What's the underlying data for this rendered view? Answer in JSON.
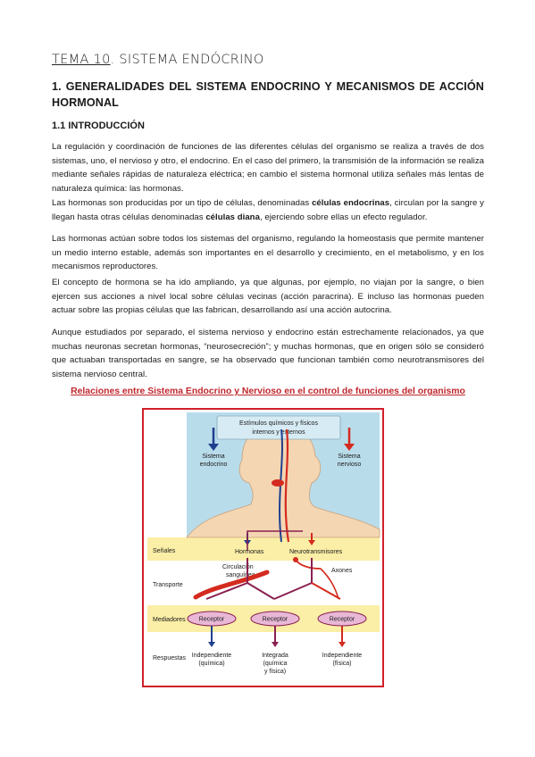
{
  "title": {
    "underlined": "TEMA 10",
    "rest": ". SISTEMA ENDÓCRINO"
  },
  "heading1": "1. GENERALIDADES DEL SISTEMA ENDOCRINO Y MECANISMOS DE ACCIÓN HORMONAL",
  "heading2": "1.1 INTRODUCCIÓN",
  "paragraphs": {
    "p1": "La regulación y coordinación de funciones de las diferentes células del organismo se realiza a través de dos sistemas, uno, el nervioso y otro, el endocrino. En el caso del primero, la transmisión de la información se realiza mediante señales rápidas de naturaleza eléctrica; en cambio el sistema hormonal utiliza señales más lentas de naturaleza química: las hormonas.",
    "p2a": "Las hormonas son producidas por un tipo de células, denominadas ",
    "p2b": "células endocrinas",
    "p2c": ", circulan por la sangre y llegan hasta otras células denominadas ",
    "p2d": "células diana",
    "p2e": ", ejerciendo sobre ellas un efecto regulador.",
    "p3": "Las hormonas actúan sobre todos los sistemas del organismo, regulando la homeostasis que permite mantener un medio interno estable, además son importantes en el desarrollo y crecimiento, en el metabolismo, y en los mecanismos reproductores.",
    "p4": "El concepto de hormona se ha ido ampliando, ya que algunas, por ejemplo, no viajan por la sangre, o bien ejercen sus acciones a nivel local sobre células vecinas (acción paracrina). E incluso las hormonas pueden actuar sobre las propias células que las fabrican, desarrollando así una acción autocrina.",
    "p5": "Aunque estudiados por separado, el sistema nervioso y endocrino están estrechamente relacionados, ya que muchas neuronas secretan hormonas, “neurosecreción”; y muchas hormonas, que en origen sólo se consideró que actuaban transportadas en sangre, se ha observado que funcionan también como neurotransmisores del sistema nervioso central."
  },
  "figure": {
    "caption": "Relaciones entre Sistema Endocrino y Nervioso en el control de funciones del organismo",
    "stimuli_line1": "Estímulos químicos y físicos",
    "stimuli_line2": "internos y externos",
    "endo_line1": "Sistema",
    "endo_line2": "endocrino",
    "nerv_line1": "Sistema",
    "nerv_line2": "nervioso",
    "row_signals": "Señales",
    "row_transport": "Transporte",
    "row_mediators": "Mediadores",
    "row_responses": "Respuestas",
    "hormones": "Hormonas",
    "neurotransmitters": "Neurotransmisores",
    "circ_line1": "Circulación",
    "circ_line2": "sanguínea",
    "axons": "Axones",
    "receptor1": "Receptor",
    "receptor2": "Receptor",
    "receptor3": "Receptor",
    "resp1_line1": "Independiente",
    "resp1_line2": "(química)",
    "resp2_line1": "Integrada",
    "resp2_line2": "(química",
    "resp2_line3": "y física)",
    "resp3_line1": "Independiente",
    "resp3_line2": "(física)",
    "colors": {
      "frame": "#d0202a",
      "sky": "#b9dcea",
      "band": "#fbeea6",
      "skin": "#f4d6b2",
      "blue_arrow": "#1f3f8f",
      "red_arrow": "#d42a1f",
      "purple": "#8a2050",
      "receptor": "#e8b8d6"
    }
  }
}
